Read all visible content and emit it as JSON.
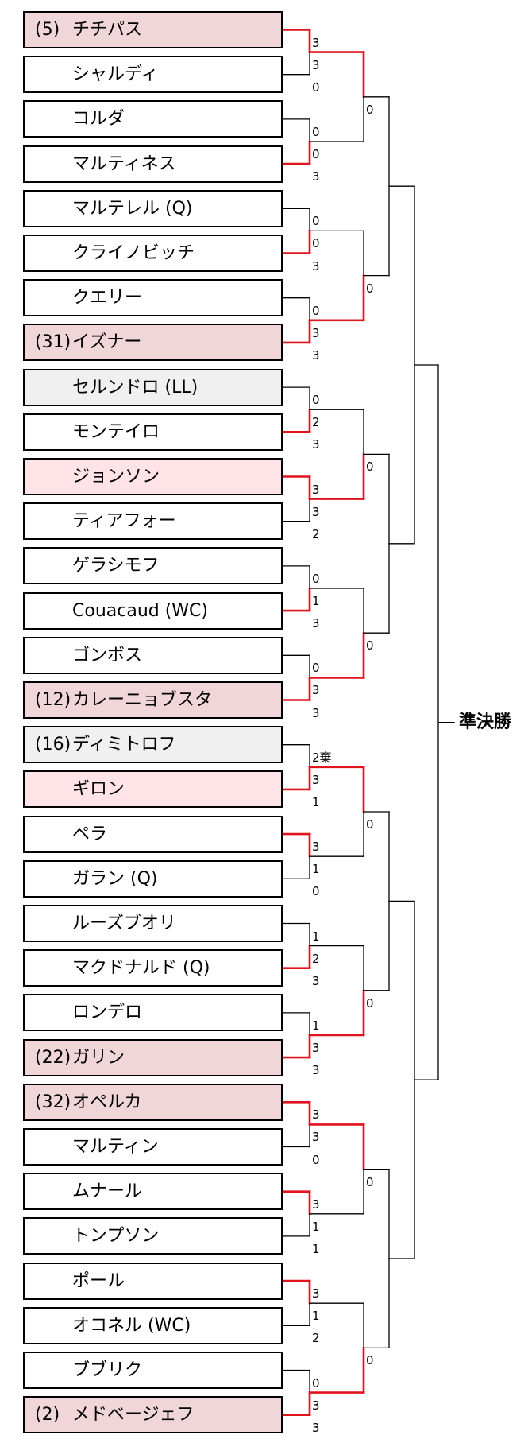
{
  "final_label": "準決勝",
  "colors": {
    "winner_line": "#e0141e",
    "loser_line": "#000000",
    "seed_bg": "#f0d5d9",
    "highlight_bg": "#ffe3e6",
    "gray_bg": "#f0f0f0"
  },
  "players": [
    {
      "seed": "(5)",
      "name": "チチパス",
      "style": "seed"
    },
    {
      "seed": "",
      "name": "シャルディ",
      "style": ""
    },
    {
      "seed": "",
      "name": "コルダ",
      "style": ""
    },
    {
      "seed": "",
      "name": "マルティネス",
      "style": ""
    },
    {
      "seed": "",
      "name": "マルテレル (Q)",
      "style": ""
    },
    {
      "seed": "",
      "name": "クライノビッチ",
      "style": ""
    },
    {
      "seed": "",
      "name": "クエリー",
      "style": ""
    },
    {
      "seed": "(31)",
      "name": "イズナー",
      "style": "seed"
    },
    {
      "seed": "",
      "name": "セルンドロ (LL)",
      "style": "gray"
    },
    {
      "seed": "",
      "name": "モンテイロ",
      "style": ""
    },
    {
      "seed": "",
      "name": "ジョンソン",
      "style": "light"
    },
    {
      "seed": "",
      "name": "ティアフォー",
      "style": ""
    },
    {
      "seed": "",
      "name": "ゲラシモフ",
      "style": ""
    },
    {
      "seed": "",
      "name": "Couacaud (WC)",
      "style": ""
    },
    {
      "seed": "",
      "name": "ゴンボス",
      "style": ""
    },
    {
      "seed": "(12)",
      "name": "カレーニョブスタ",
      "style": "seed"
    },
    {
      "seed": "(16)",
      "name": "ディミトロフ",
      "style": "gray"
    },
    {
      "seed": "",
      "name": "ギロン",
      "style": "light"
    },
    {
      "seed": "",
      "name": "ペラ",
      "style": ""
    },
    {
      "seed": "",
      "name": "ガラン (Q)",
      "style": ""
    },
    {
      "seed": "",
      "name": "ルーズブオリ",
      "style": ""
    },
    {
      "seed": "",
      "name": "マクドナルド (Q)",
      "style": ""
    },
    {
      "seed": "",
      "name": "ロンデロ",
      "style": ""
    },
    {
      "seed": "(22)",
      "name": "ガリン",
      "style": "seed"
    },
    {
      "seed": "(32)",
      "name": "オペルカ",
      "style": "seed"
    },
    {
      "seed": "",
      "name": "マルティン",
      "style": ""
    },
    {
      "seed": "",
      "name": "ムナール",
      "style": ""
    },
    {
      "seed": "",
      "name": "トンプソン",
      "style": ""
    },
    {
      "seed": "",
      "name": "ポール",
      "style": ""
    },
    {
      "seed": "",
      "name": "オコネル (WC)",
      "style": ""
    },
    {
      "seed": "",
      "name": "ブブリク",
      "style": ""
    },
    {
      "seed": "(2)",
      "name": "メドベージェフ",
      "style": "seed"
    }
  ],
  "rounds": [
    {
      "matches": [
        {
          "top": "3",
          "bottom": "0",
          "winner": "top"
        },
        {
          "top": "0",
          "bottom": "3",
          "winner": "bottom"
        },
        {
          "top": "0",
          "bottom": "3",
          "winner": "bottom"
        },
        {
          "top": "0",
          "bottom": "3",
          "winner": "bottom"
        },
        {
          "top": "0",
          "bottom": "3",
          "winner": "bottom"
        },
        {
          "top": "3",
          "bottom": "2",
          "winner": "top"
        },
        {
          "top": "0",
          "bottom": "3",
          "winner": "bottom"
        },
        {
          "top": "0",
          "bottom": "3",
          "winner": "bottom"
        },
        {
          "top": "2棄",
          "bottom": "1",
          "winner": "bottom"
        },
        {
          "top": "3",
          "bottom": "0",
          "winner": "top"
        },
        {
          "top": "1",
          "bottom": "3",
          "winner": "bottom"
        },
        {
          "top": "1",
          "bottom": "3",
          "winner": "bottom"
        },
        {
          "top": "3",
          "bottom": "0",
          "winner": "top"
        },
        {
          "top": "3",
          "bottom": "1",
          "winner": "top"
        },
        {
          "top": "3",
          "bottom": "2",
          "winner": "top"
        },
        {
          "top": "0",
          "bottom": "3",
          "winner": "bottom"
        }
      ]
    },
    {
      "matches": [
        {
          "top": "3",
          "bottom": "0",
          "winner": "top"
        },
        {
          "top": "0",
          "bottom": "3",
          "winner": "bottom"
        },
        {
          "top": "2",
          "bottom": "3",
          "winner": "bottom"
        },
        {
          "top": "1",
          "bottom": "3",
          "winner": "bottom"
        },
        {
          "top": "3",
          "bottom": "1",
          "winner": "top"
        },
        {
          "top": "2",
          "bottom": "3",
          "winner": "bottom"
        },
        {
          "top": "3",
          "bottom": "1",
          "winner": "top"
        },
        {
          "top": "1",
          "bottom": "3",
          "winner": "bottom"
        }
      ]
    },
    {
      "matches": [
        {
          "top": "0",
          "bottom": "0",
          "winner": "none"
        },
        {
          "top": "0",
          "bottom": "0",
          "winner": "none"
        },
        {
          "top": "0",
          "bottom": "0",
          "winner": "none"
        },
        {
          "top": "0",
          "bottom": "0",
          "winner": "none"
        }
      ]
    }
  ]
}
